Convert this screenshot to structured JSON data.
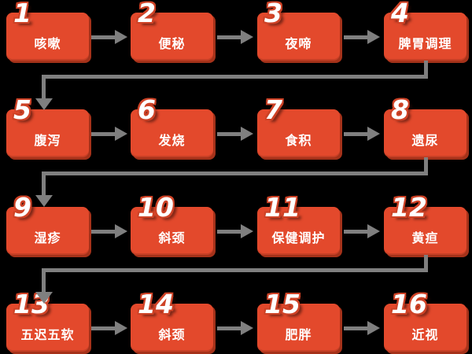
{
  "flowchart": {
    "steps": [
      {
        "number": "1",
        "label": "咳嗽"
      },
      {
        "number": "2",
        "label": "便秘"
      },
      {
        "number": "3",
        "label": "夜啼"
      },
      {
        "number": "4",
        "label": "脾胃调理"
      },
      {
        "number": "5",
        "label": "腹泻"
      },
      {
        "number": "6",
        "label": "发烧"
      },
      {
        "number": "7",
        "label": "食积"
      },
      {
        "number": "8",
        "label": "遗尿"
      },
      {
        "number": "9",
        "label": "湿疹"
      },
      {
        "number": "10",
        "label": "斜颈"
      },
      {
        "number": "11",
        "label": "保健调护"
      },
      {
        "number": "12",
        "label": "黄疸"
      },
      {
        "number": "13",
        "label": "五迟五软"
      },
      {
        "number": "14",
        "label": "斜颈"
      },
      {
        "number": "15",
        "label": "肥胖"
      },
      {
        "number": "16",
        "label": "近视"
      }
    ],
    "colors": {
      "background": "#000000",
      "box_fill": "#E3492C",
      "box_edge_shadow": "#A5321A",
      "number_fill": "#FFFFFF",
      "number_outline": "#CE4226",
      "label_text": "#FFFFFF",
      "connector": "#7F7F7F"
    }
  }
}
